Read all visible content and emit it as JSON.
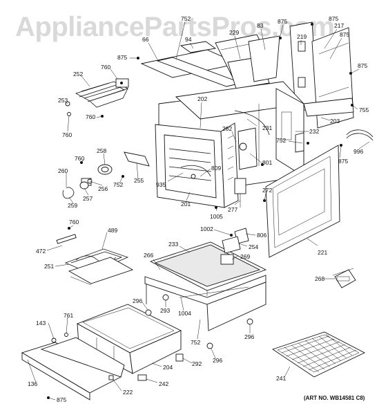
{
  "watermark": "AppliancePartsPros.com",
  "art_number": "(ART NO. WB14581 C8)",
  "callouts": {
    "c752a": "752",
    "c875a": "875",
    "c219": "219",
    "c217": "217",
    "c875b": "875",
    "c229": "229",
    "c83": "83",
    "c66": "66",
    "c94": "94",
    "c875c": "875",
    "c875d": "875",
    "c760a": "760",
    "c252": "252",
    "c253": "253",
    "c760b": "760",
    "c760c": "760",
    "c202": "202",
    "c755": "755",
    "c203": "203",
    "c231": "231",
    "c232": "232",
    "c282": "282",
    "c752b": "752",
    "c996": "996",
    "c875e": "875",
    "c801": "801",
    "c809": "809",
    "c760d": "760",
    "c258": "258",
    "c260": "260",
    "c256": "256",
    "c752c": "752",
    "c255": "255",
    "c257": "257",
    "c259": "259",
    "c935": "935",
    "c201": "201",
    "c272": "272",
    "c277": "277",
    "c1005": "1005",
    "c760e": "760",
    "c489": "489",
    "c472": "472",
    "c251": "251",
    "c1002": "1002",
    "c806": "806",
    "c254": "254",
    "c233": "233",
    "c221": "221",
    "c266": "266",
    "c269": "269",
    "c268": "268",
    "c296a": "296",
    "c293": "293",
    "c1004": "1004",
    "c143": "143",
    "c761": "761",
    "c296b": "296",
    "c752d": "752",
    "c204": "204",
    "c292": "292",
    "c296c": "296",
    "c136": "136",
    "c242": "242",
    "c222": "222",
    "c241": "241",
    "c875f": "875"
  }
}
